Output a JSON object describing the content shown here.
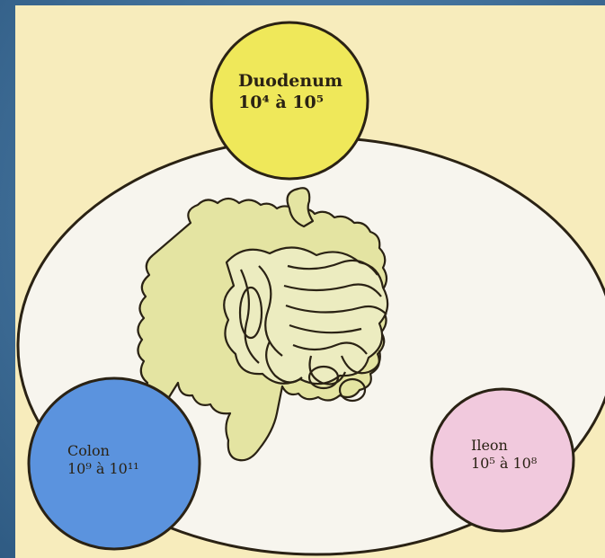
{
  "diagram": {
    "nodes": [
      {
        "id": "duodenum",
        "name": "Duodenum",
        "range": "10⁴ à 10⁵",
        "color": "#efe85a"
      },
      {
        "id": "colon",
        "name": "Colon",
        "range": "10⁹ à 10¹¹",
        "color": "#5b93de"
      },
      {
        "id": "ileon",
        "name": "Ileon",
        "range": "10⁵ à 10⁸",
        "color": "#f1c9dd"
      }
    ],
    "colors": {
      "background": "#3f6d96",
      "panel": "#f7ecbc",
      "ellipse": "#f7f5ee",
      "intestine": "#e4e4a2",
      "outline": "#2a2214"
    }
  }
}
